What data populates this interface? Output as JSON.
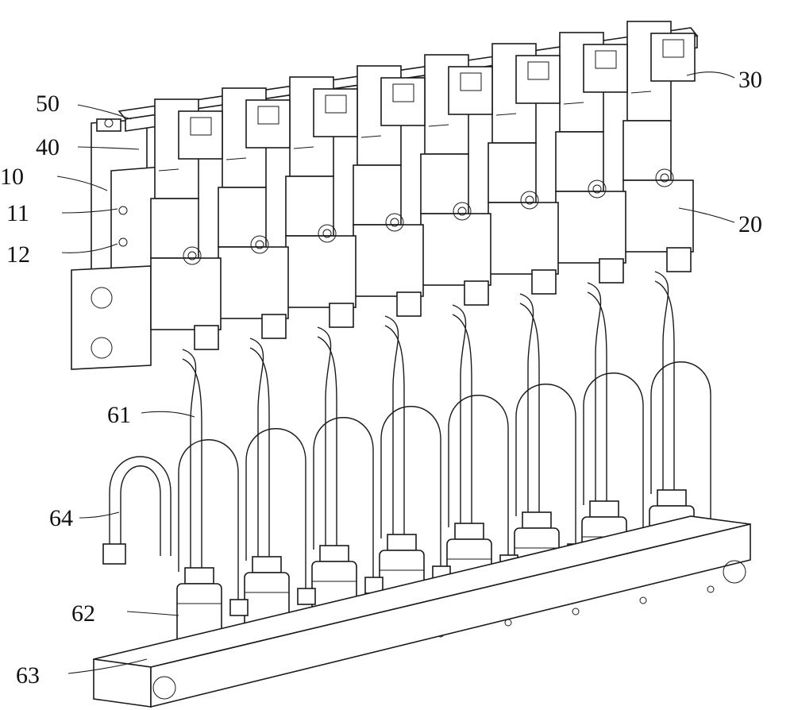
{
  "labels": {
    "l50": "50",
    "l40": "40",
    "l10": "10",
    "l11": "11",
    "l12": "12",
    "l30": "30",
    "l20": "20",
    "l61": "61",
    "l64": "64",
    "l62": "62",
    "l63": "63"
  },
  "colors": {
    "line": "#1a1a1a",
    "background": "#ffffff"
  },
  "valve_count": 8
}
